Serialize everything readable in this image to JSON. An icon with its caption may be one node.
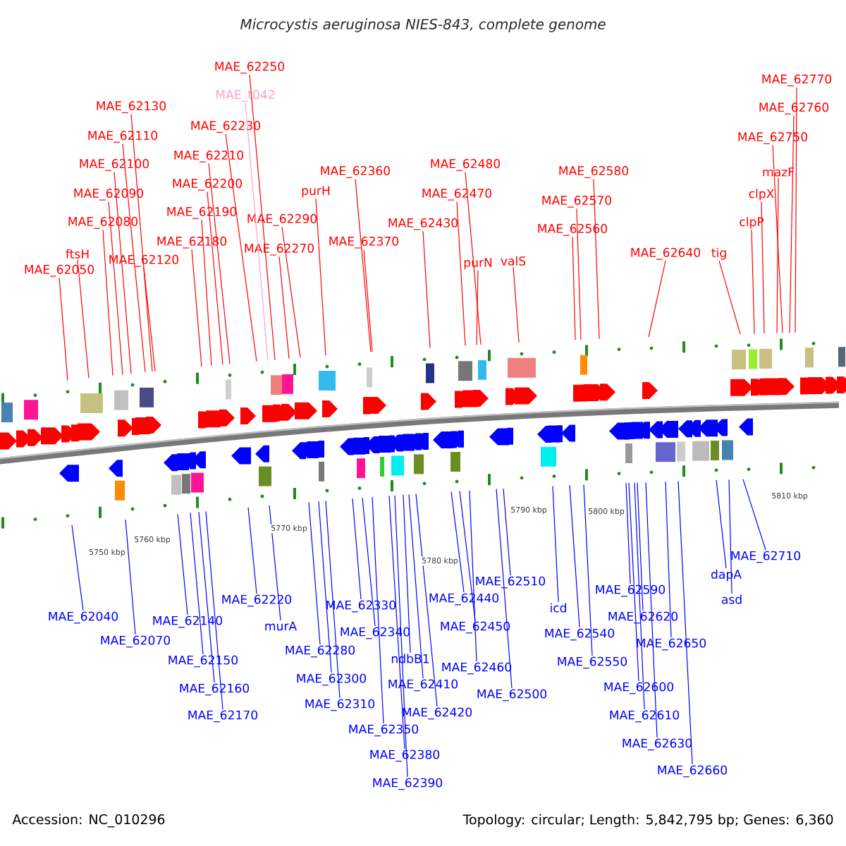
{
  "diagram": {
    "title": "Microcystis aeruginosa NIES-843, complete genome",
    "nodes": [
      {
        "text": [
          "MAE_62250"
        ]
      },
      {
        "text": [
          "MAE_t042"
        ]
      },
      {
        "text": [
          "MAE_62130"
        ]
      },
      {
        "text": [
          "MAE_62230"
        ]
      },
      {
        "text": [
          "MAE_62110"
        ]
      },
      {
        "text": [
          "MAE_62210"
        ]
      },
      {
        "text": [
          "MAE_62100"
        ]
      },
      {
        "text": [
          "MAE_62360"
        ]
      },
      {
        "text": [
          "MAE_62480"
        ]
      },
      {
        "text": [
          "MAE_62580"
        ]
      },
      {
        "text": [
          "MAE_62200"
        ]
      },
      {
        "text": [
          "purH"
        ]
      },
      {
        "text": [
          "MAE_62090"
        ]
      },
      {
        "text": [
          "MAE_62470"
        ]
      },
      {
        "text": [
          "MAE_62570"
        ]
      },
      {
        "text": [
          "MAE_62190"
        ]
      },
      {
        "text": [
          "MAE_62290"
        ]
      },
      {
        "text": [
          "MAE_62080"
        ]
      },
      {
        "text": [
          "MAE_62430"
        ]
      },
      {
        "text": [
          "MAE_62560"
        ]
      },
      {
        "text": [
          "MAE_62180"
        ]
      },
      {
        "text": [
          "MAE_62270"
        ]
      },
      {
        "text": [
          "MAE_62370"
        ]
      },
      {
        "text": [
          "ftsH"
        ]
      },
      {
        "text": [
          "MAE_62120"
        ]
      },
      {
        "text": [
          "MAE_62050"
        ]
      },
      {
        "text": [
          "purN"
        ]
      },
      {
        "text": [
          "valS"
        ]
      },
      {
        "text": [
          "MAE_62640"
        ]
      },
      {
        "text": [
          "tig"
        ]
      },
      {
        "text": [
          "clpP"
        ]
      },
      {
        "text": [
          "clpX"
        ]
      },
      {
        "text": [
          "mazF"
        ]
      },
      {
        "text": [
          "MAE_62750"
        ]
      },
      {
        "text": [
          "MAE_62760"
        ]
      },
      {
        "text": [
          "MAE_62770"
        ]
      },
      {
        "text": [
          "MAE_62510"
        ]
      },
      {
        "text": [
          "MAE_62590"
        ]
      },
      {
        "text": [
          "MAE_62710"
        ]
      },
      {
        "text": [
          "dapA"
        ]
      },
      {
        "text": [
          "asd"
        ]
      },
      {
        "text": [
          "MAE_62220"
        ]
      },
      {
        "text": [
          "MAE_62330"
        ]
      },
      {
        "text": [
          "MAE_62440"
        ]
      },
      {
        "text": [
          "icd"
        ]
      },
      {
        "text": [
          "MAE_62040"
        ]
      },
      {
        "text": [
          "MAE_62140"
        ]
      },
      {
        "text": [
          "murA"
        ]
      },
      {
        "text": [
          "MAE_62620"
        ]
      },
      {
        "text": [
          "MAE_62340"
        ]
      },
      {
        "text": [
          "MAE_62450"
        ]
      },
      {
        "text": [
          "MAE_62540"
        ]
      },
      {
        "text": [
          "MAE_62070"
        ]
      },
      {
        "text": [
          "MAE_62650"
        ]
      },
      {
        "text": [
          "MAE_62280"
        ]
      },
      {
        "text": [
          "ndbB1"
        ]
      },
      {
        "text": [
          "MAE_62150"
        ]
      },
      {
        "text": [
          "MAE_62460"
        ]
      },
      {
        "text": [
          "MAE_62550"
        ]
      },
      {
        "text": [
          "MAE_62300"
        ]
      },
      {
        "text": [
          "MAE_62410"
        ]
      },
      {
        "text": [
          "MAE_62600"
        ]
      },
      {
        "text": [
          "MAE_62160"
        ]
      },
      {
        "text": [
          "MAE_62500"
        ]
      },
      {
        "text": [
          "MAE_62310"
        ]
      },
      {
        "text": [
          "MAE_62420"
        ]
      },
      {
        "text": [
          "MAE_62610"
        ]
      },
      {
        "text": [
          "MAE_62170"
        ]
      },
      {
        "text": [
          "MAE_62350"
        ]
      },
      {
        "text": [
          "MAE_62630"
        ]
      },
      {
        "text": [
          "MAE_62380"
        ]
      },
      {
        "text": [
          "MAE_62660"
        ]
      },
      {
        "text": [
          "MAE_62390"
        ]
      }
    ],
    "edges": [
      {
        "from": 0,
        "to": null,
        "arrow": "none",
        "color": "#ff0000"
      },
      {
        "from": 1,
        "to": null,
        "arrow": "none",
        "color": "#ff9fcf"
      },
      {
        "from": 2,
        "to": null,
        "arrow": "none",
        "color": "#ff0000"
      },
      {
        "from": 3,
        "to": null,
        "arrow": "none",
        "color": "#ff0000"
      },
      {
        "from": 4,
        "to": null,
        "arrow": "none",
        "color": "#ff0000"
      },
      {
        "from": 5,
        "to": null,
        "arrow": "none",
        "color": "#ff0000"
      },
      {
        "from": 6,
        "to": null,
        "arrow": "none",
        "color": "#ff0000"
      },
      {
        "from": 7,
        "to": null,
        "arrow": "none",
        "color": "#ff0000"
      },
      {
        "from": 8,
        "to": null,
        "arrow": "none",
        "color": "#ff0000"
      },
      {
        "from": 9,
        "to": null,
        "arrow": "none",
        "color": "#ff0000"
      },
      {
        "from": 10,
        "to": null,
        "arrow": "none",
        "color": "#ff0000"
      },
      {
        "from": 11,
        "to": null,
        "arrow": "none",
        "color": "#ff0000"
      },
      {
        "from": 12,
        "to": null,
        "arrow": "none",
        "color": "#ff0000"
      },
      {
        "from": 13,
        "to": null,
        "arrow": "none",
        "color": "#ff0000"
      },
      {
        "from": 14,
        "to": null,
        "arrow": "none",
        "color": "#ff0000"
      },
      {
        "from": 15,
        "to": null,
        "arrow": "none",
        "color": "#ff0000"
      },
      {
        "from": 16,
        "to": null,
        "arrow": "none",
        "color": "#ff0000"
      },
      {
        "from": 17,
        "to": null,
        "arrow": "none",
        "color": "#ff0000"
      },
      {
        "from": 18,
        "to": null,
        "arrow": "none",
        "color": "#ff0000"
      },
      {
        "from": 19,
        "to": null,
        "arrow": "none",
        "color": "#ff0000"
      },
      {
        "from": 20,
        "to": null,
        "arrow": "none",
        "color": "#ff0000"
      },
      {
        "from": 21,
        "to": null,
        "arrow": "none",
        "color": "#ff0000"
      },
      {
        "from": 22,
        "to": null,
        "arrow": "none",
        "color": "#ff0000"
      },
      {
        "from": 23,
        "to": null,
        "arrow": "none",
        "color": "#ff0000"
      },
      {
        "from": 24,
        "to": null,
        "arrow": "none",
        "color": "#ff0000"
      },
      {
        "from": 25,
        "to": null,
        "arrow": "none",
        "color": "#ff0000"
      },
      {
        "from": 26,
        "to": null,
        "arrow": "none",
        "color": "#ff0000"
      },
      {
        "from": 27,
        "to": null,
        "arrow": "none",
        "color": "#ff0000"
      },
      {
        "from": 28,
        "to": null,
        "arrow": "none",
        "color": "#ff0000"
      },
      {
        "from": 29,
        "to": null,
        "arrow": "none",
        "color": "#ff0000"
      },
      {
        "from": 30,
        "to": null,
        "arrow": "none",
        "color": "#ff0000"
      },
      {
        "from": 31,
        "to": null,
        "arrow": "none",
        "color": "#ff0000"
      },
      {
        "from": 32,
        "to": null,
        "arrow": "none",
        "color": "#ff0000"
      },
      {
        "from": 33,
        "to": null,
        "arrow": "none",
        "color": "#ff0000"
      },
      {
        "from": 34,
        "to": null,
        "arrow": "none",
        "color": "#ff0000"
      },
      {
        "from": 35,
        "to": null,
        "arrow": "none",
        "color": "#ff0000"
      },
      {
        "from": 36,
        "to": null,
        "arrow": "none"
      },
      {
        "from": 37,
        "to": null,
        "arrow": "none"
      },
      {
        "from": 38,
        "to": null,
        "arrow": "none"
      },
      {
        "from": 39,
        "to": null,
        "arrow": "none"
      },
      {
        "from": 40,
        "to": null,
        "arrow": "none"
      },
      {
        "from": 41,
        "to": null,
        "arrow": "none"
      },
      {
        "from": 42,
        "to": null,
        "arrow": "none"
      },
      {
        "from": 43,
        "to": null,
        "arrow": "none"
      },
      {
        "from": 44,
        "to": null,
        "arrow": "none"
      },
      {
        "from": 45,
        "to": null,
        "arrow": "none"
      },
      {
        "from": 46,
        "to": null,
        "arrow": "none"
      },
      {
        "from": 47,
        "to": null,
        "arrow": "none"
      },
      {
        "from": 48,
        "to": null,
        "arrow": "none"
      },
      {
        "from": 49,
        "to": null,
        "arrow": "none"
      },
      {
        "from": 50,
        "to": null,
        "arrow": "none"
      },
      {
        "from": 51,
        "to": null,
        "arrow": "none"
      },
      {
        "from": 52,
        "to": null,
        "arrow": "none"
      },
      {
        "from": 53,
        "to": null,
        "arrow": "none"
      },
      {
        "from": 54,
        "to": null,
        "arrow": "none"
      },
      {
        "from": 55,
        "to": null,
        "arrow": "none"
      },
      {
        "from": 56,
        "to": null,
        "arrow": "none"
      },
      {
        "from": 57,
        "to": null,
        "arrow": "none"
      },
      {
        "from": 58,
        "to": null,
        "arrow": "none"
      },
      {
        "from": 59,
        "to": null,
        "arrow": "none"
      },
      {
        "from": 60,
        "to": null,
        "arrow": "none"
      },
      {
        "from": 61,
        "to": null,
        "arrow": "none"
      },
      {
        "from": 62,
        "to": null,
        "arrow": "none"
      },
      {
        "from": 63,
        "to": null,
        "arrow": "none"
      },
      {
        "from": 64,
        "to": null,
        "arrow": "none"
      },
      {
        "from": 65,
        "to": null,
        "arrow": "none"
      },
      {
        "from": 66,
        "to": null,
        "arrow": "none"
      },
      {
        "from": 67,
        "to": null,
        "arrow": "none"
      },
      {
        "from": 68,
        "to": null,
        "arrow": "none"
      },
      {
        "from": 69,
        "to": null,
        "arrow": "none"
      },
      {
        "from": 70,
        "to": null,
        "arrow": "none"
      },
      {
        "from": 71,
        "to": null,
        "arrow": "none"
      },
      {
        "from": 72,
        "to": null,
        "arrow": "none"
      }
    ],
    "labels": [
      "5750 kbp",
      "5760 kbp",
      "5770 kbp",
      "5780 kbp",
      "5790 kbp",
      "5800 kbp",
      "5810 kbp",
      "Accession: NC_010296",
      "Topology: circular; Length: 5,842,795 bp; Genes: 6,360"
    ]
  }
}
